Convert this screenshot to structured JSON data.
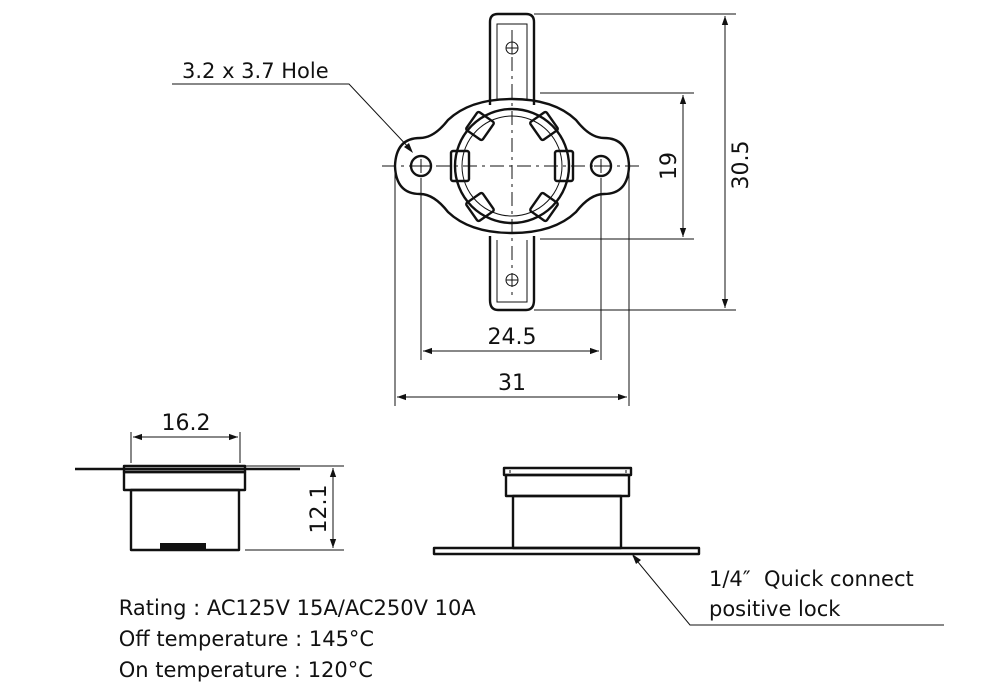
{
  "callouts": {
    "hole": "3.2 x 3.7 Hole",
    "quick_connect_line1": "1/4″  Quick connect",
    "quick_connect_line2": "positive lock"
  },
  "dimensions": {
    "height_total": "30.5",
    "height_inner": "19",
    "width_holes": "24.5",
    "width_total": "31",
    "side_width": "16.2",
    "side_height": "12.1"
  },
  "specs": [
    {
      "label": "Rating",
      "separator": " : ",
      "value": "AC125V 15A/AC250V 10A"
    },
    {
      "label": "Off temperature",
      "separator": " : ",
      "value": "145°C"
    },
    {
      "label": "On temperature",
      "separator": " : ",
      "value": "120°C"
    }
  ],
  "colors": {
    "ink": "#111111",
    "paper": "#ffffff"
  }
}
